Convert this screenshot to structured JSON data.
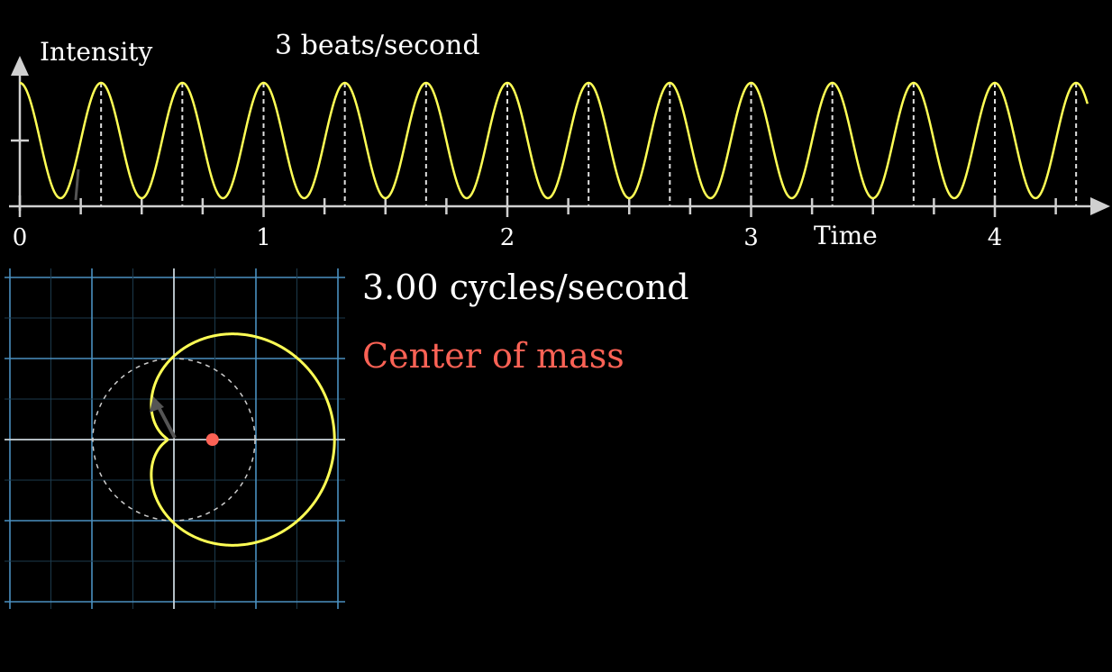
{
  "colors": {
    "background": "#000000",
    "wave": "#ffff55",
    "axis": "#d0d0d0",
    "grid_major": "#4a90c0",
    "grid_minor": "#1c3a4c",
    "center_of_mass": "#fc6255",
    "text": "#ffffff"
  },
  "labels": {
    "intensity": "Intensity",
    "beats": "3 beats/second",
    "time": "Time",
    "frequency_value": "3.00",
    "frequency_unit": "cycles/second",
    "center_of_mass": "Center of mass"
  },
  "chart_data": [
    {
      "type": "line",
      "title": "3 beats/second",
      "xlabel": "Time",
      "ylabel": "Intensity",
      "xticks": [
        "0",
        "1",
        "2",
        "3",
        "4"
      ],
      "xlim": [
        0,
        4.4
      ],
      "ylim": [
        0,
        1
      ],
      "function": "0.5 * (1 + cos(2*pi*3*t))",
      "beat_frequency": 3,
      "dashed_markers_at_peaks": true,
      "grid": false
    },
    {
      "type": "line",
      "subtype": "winding-graph",
      "winding_frequency": 3.0,
      "frequency_unit": "cycles/second",
      "curve": "cardioid",
      "center_of_mass": [
        0.25,
        0
      ],
      "grid": true,
      "annotation": "Center of mass"
    }
  ]
}
